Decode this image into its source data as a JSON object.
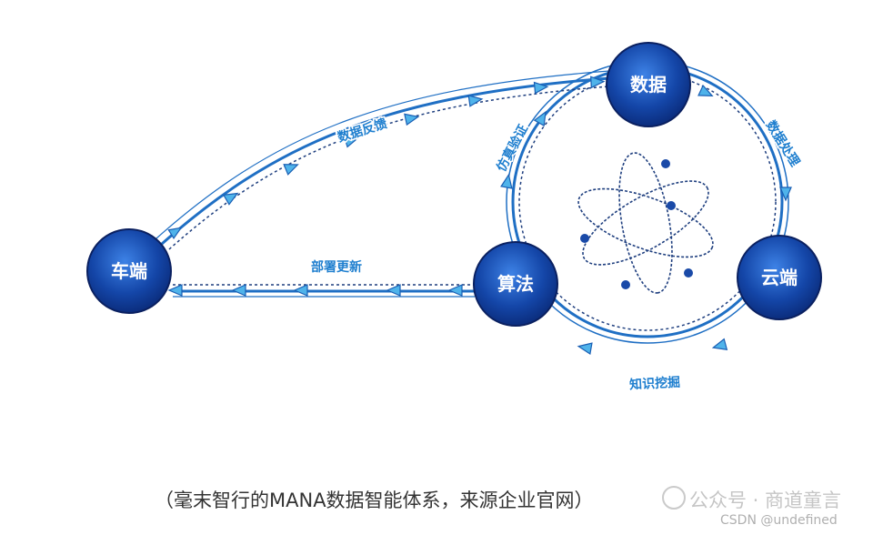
{
  "nodes": {
    "vehicle": "车端",
    "data": "数据",
    "algorithm": "算法",
    "cloud": "云端"
  },
  "flows": {
    "data_feedback": "数据反馈",
    "deploy_update": "部署更新",
    "sim_verify": "仿真验证",
    "data_process": "数据处理",
    "knowledge_mining": "知识挖掘"
  },
  "caption": "（毫末智行的MANA数据智能体系，来源企业官网）",
  "watermark": "公众号 · 商道童言",
  "csdn": "CSDN @undefined",
  "colors": {
    "node_dark": "#0a2f86",
    "node_light": "#2f6fd6",
    "line": "#1f6fc4",
    "arrow": "#4fb3ea"
  }
}
